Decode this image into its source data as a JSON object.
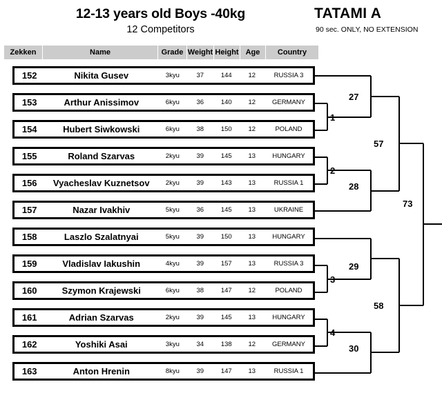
{
  "header": {
    "event_title": "12-13 years old  Boys -40kg",
    "competitors_count": "12 Competitors",
    "tatami_name": "TATAMI  A",
    "tatami_rule": "90 sec. ONLY, NO EXTENSION"
  },
  "table": {
    "columns": [
      "Zekken",
      "Name",
      "Grade",
      "Weight",
      "Height",
      "Age",
      "Country"
    ],
    "rows": [
      {
        "zekken": "152",
        "name": "Nikita Gusev",
        "grade": "3kyu",
        "weight": "37",
        "height": "144",
        "age": "12",
        "country": "RUSSIA 3"
      },
      {
        "zekken": "153",
        "name": "Arthur Anissimov",
        "grade": "6kyu",
        "weight": "36",
        "height": "140",
        "age": "12",
        "country": "GERMANY"
      },
      {
        "zekken": "154",
        "name": "Hubert Siwkowski",
        "grade": "6kyu",
        "weight": "38",
        "height": "150",
        "age": "12",
        "country": "POLAND"
      },
      {
        "zekken": "155",
        "name": "Roland Szarvas",
        "grade": "2kyu",
        "weight": "39",
        "height": "145",
        "age": "13",
        "country": "HUNGARY"
      },
      {
        "zekken": "156",
        "name": "Vyacheslav Kuznetsov",
        "grade": "2kyu",
        "weight": "39",
        "height": "143",
        "age": "13",
        "country": "RUSSIA 1"
      },
      {
        "zekken": "157",
        "name": "Nazar Ivakhiv",
        "grade": "5kyu",
        "weight": "36",
        "height": "145",
        "age": "13",
        "country": "UKRAINE"
      },
      {
        "zekken": "158",
        "name": "Laszlo Szalatnyai",
        "grade": "5kyu",
        "weight": "39",
        "height": "150",
        "age": "13",
        "country": "HUNGARY"
      },
      {
        "zekken": "159",
        "name": "Vladislav Iakushin",
        "grade": "4kyu",
        "weight": "39",
        "height": "157",
        "age": "13",
        "country": "RUSSIA 3"
      },
      {
        "zekken": "160",
        "name": "Szymon Krajewski",
        "grade": "6kyu",
        "weight": "38",
        "height": "147",
        "age": "12",
        "country": "POLAND"
      },
      {
        "zekken": "161",
        "name": "Adrian Szarvas",
        "grade": "2kyu",
        "weight": "39",
        "height": "145",
        "age": "13",
        "country": "HUNGARY"
      },
      {
        "zekken": "162",
        "name": "Yoshiki Asai",
        "grade": "3kyu",
        "weight": "34",
        "height": "138",
        "age": "12",
        "country": "GERMANY"
      },
      {
        "zekken": "163",
        "name": "Anton Hrenin",
        "grade": "8kyu",
        "weight": "39",
        "height": "147",
        "age": "13",
        "country": "RUSSIA 1"
      }
    ]
  },
  "bracket": {
    "matches": [
      {
        "id": "m1",
        "label": "1"
      },
      {
        "id": "m2",
        "label": "2"
      },
      {
        "id": "m3",
        "label": "3"
      },
      {
        "id": "m4",
        "label": "4"
      },
      {
        "id": "m27",
        "label": "27"
      },
      {
        "id": "m28",
        "label": "28"
      },
      {
        "id": "m29",
        "label": "29"
      },
      {
        "id": "m30",
        "label": "30"
      },
      {
        "id": "m57",
        "label": "57"
      },
      {
        "id": "m58",
        "label": "58"
      },
      {
        "id": "m73",
        "label": "73"
      }
    ]
  },
  "colors": {
    "header_fill": "#cccccc",
    "line": "#000000",
    "background": "#ffffff"
  }
}
